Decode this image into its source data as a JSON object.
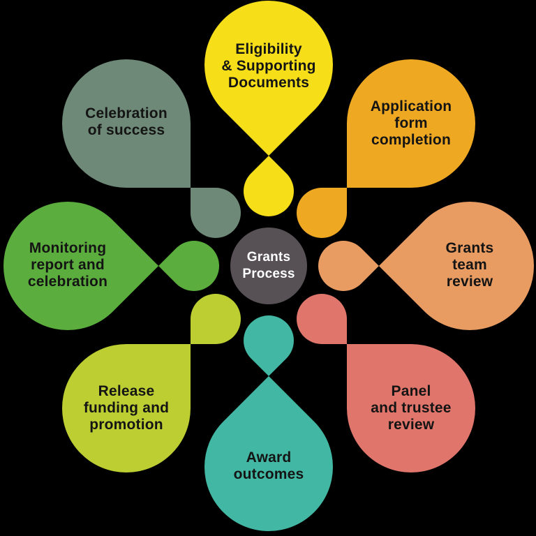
{
  "diagram": {
    "title": "Grants Process",
    "background": "#000000",
    "label_text_color": "#141414",
    "center": {
      "label": "Grants\nProcess",
      "color": "#575155",
      "text_color": "#ffffff"
    },
    "steps": [
      {
        "name": "eligibility-supporting-documents",
        "label": "Eligibility\n& Supporting\nDocuments",
        "color": "#F6DE19",
        "position": "top"
      },
      {
        "name": "application-form-completion",
        "label": "Application\nform\ncompletion",
        "color": "#EEA822",
        "position": "top-right"
      },
      {
        "name": "grants-team-review",
        "label": "Grants\nteam\nreview",
        "color": "#E99C62",
        "position": "right"
      },
      {
        "name": "panel-and-trustee-review",
        "label": "Panel\nand trustee\nreview",
        "color": "#E0756B",
        "position": "bottom-right"
      },
      {
        "name": "award-outcomes",
        "label": "Award\noutcomes",
        "color": "#42B8A4",
        "position": "bottom"
      },
      {
        "name": "release-funding-and-promotion",
        "label": "Release\nfunding and\npromotion",
        "color": "#BCCE31",
        "position": "bottom-left"
      },
      {
        "name": "monitoring-report-and-celebration",
        "label": "Monitoring\nreport and\ncelebration",
        "color": "#5BAD3D",
        "position": "left"
      },
      {
        "name": "celebration-of-success",
        "label": "Celebration\nof success",
        "color": "#6E8977",
        "position": "top-left"
      }
    ]
  }
}
